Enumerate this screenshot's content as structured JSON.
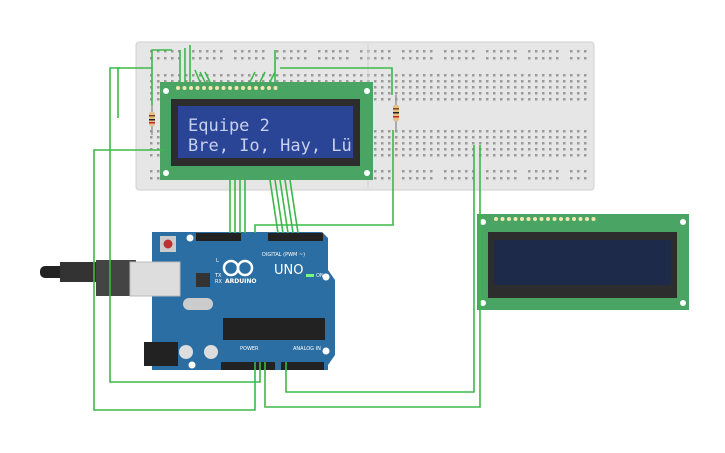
{
  "lcd1": {
    "line1": "Equipe 2",
    "line2": "Bre, Io, Hay, Lü"
  },
  "lcd2": {
    "line1": "",
    "line2": ""
  },
  "arduino": {
    "brand": "ARDUINO",
    "model": "UNO",
    "digital_label": "DIGITAL (PWM ~)",
    "power_label": "POWER",
    "analog_label": "ANALOG IN",
    "on_label": "ON",
    "tx_label": "TX",
    "rx_label": "RX",
    "l_label": "L"
  },
  "colors": {
    "wire": "#3db84a",
    "board": "#2b6ea3",
    "lcd_pcb": "#4aa564",
    "lcd_screen": "#2b3f8c",
    "breadboard": "#e6e6e6"
  }
}
